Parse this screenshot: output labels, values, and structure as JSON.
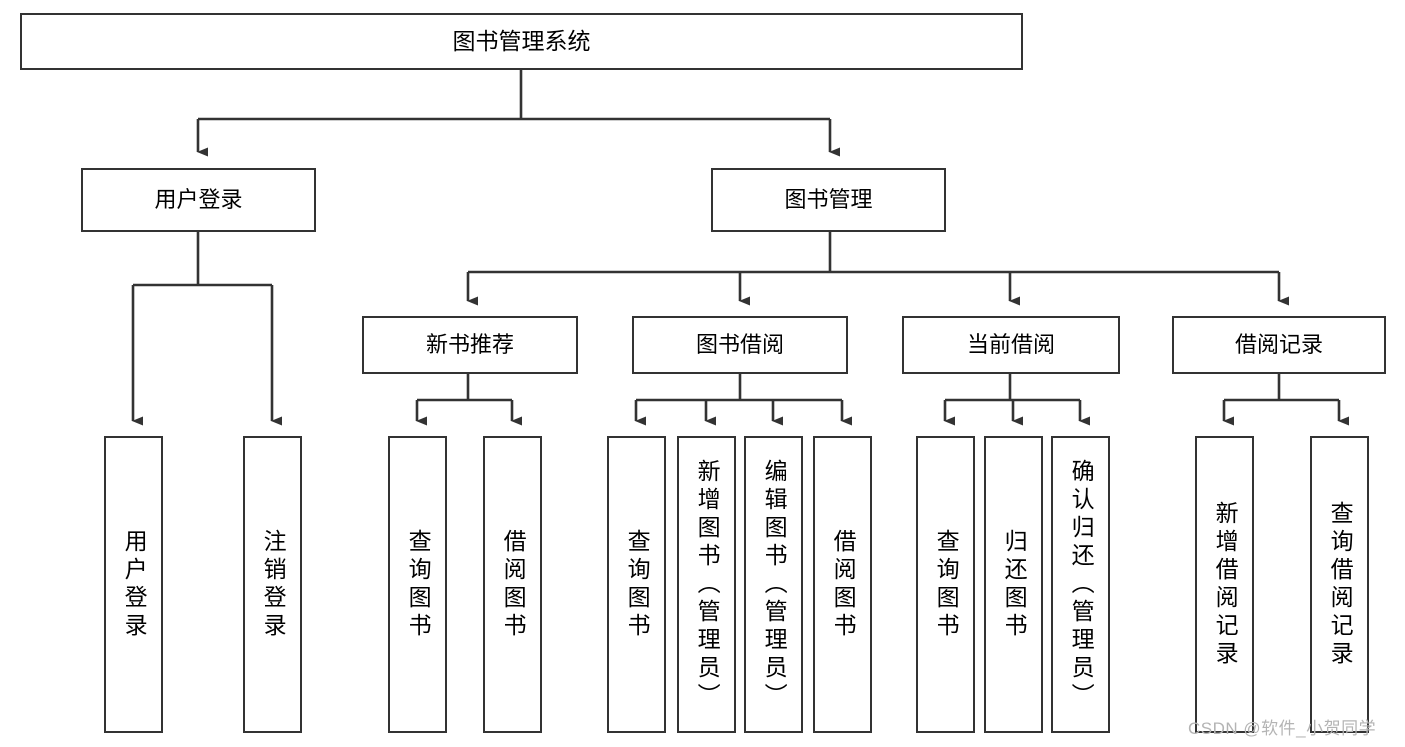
{
  "diagram": {
    "title": "图书管理系统",
    "type": "functional-structure-tree",
    "root": {
      "id": "root",
      "label": "图书管理系统"
    },
    "level2": [
      {
        "id": "user-login",
        "label": "用户登录"
      },
      {
        "id": "book-manage",
        "label": "图书管理"
      }
    ],
    "level3": [
      {
        "id": "new-book-recommend",
        "label": "新书推荐",
        "parent": "book-manage"
      },
      {
        "id": "book-borrow",
        "label": "图书借阅",
        "parent": "book-manage"
      },
      {
        "id": "current-borrow",
        "label": "当前借阅",
        "parent": "book-manage"
      },
      {
        "id": "borrow-record",
        "label": "借阅记录",
        "parent": "book-manage"
      }
    ],
    "leaves": {
      "user_login": [
        {
          "id": "leaf-user-login",
          "label": "用户登录"
        },
        {
          "id": "leaf-logout",
          "label": "注销登录"
        }
      ],
      "new_book_recommend": [
        {
          "id": "leaf-query-book-1",
          "label": "查询图书"
        },
        {
          "id": "leaf-borrow-book-1",
          "label": "借阅图书"
        }
      ],
      "book_borrow": [
        {
          "id": "leaf-query-book-2",
          "label": "查询图书"
        },
        {
          "id": "leaf-add-book",
          "label": "新增图书（管理员）"
        },
        {
          "id": "leaf-edit-book",
          "label": "编辑图书（管理员）"
        },
        {
          "id": "leaf-borrow-book-2",
          "label": "借阅图书"
        }
      ],
      "current_borrow": [
        {
          "id": "leaf-query-book-3",
          "label": "查询图书"
        },
        {
          "id": "leaf-return-book",
          "label": "归还图书"
        },
        {
          "id": "leaf-confirm-return",
          "label": "确认归还（管理员）"
        }
      ],
      "borrow_record": [
        {
          "id": "leaf-add-record",
          "label": "新增借阅记录"
        },
        {
          "id": "leaf-query-record",
          "label": "查询借阅记录"
        }
      ]
    },
    "colors": {
      "border": "#333333",
      "background": "#ffffff",
      "text": "#000000",
      "edge": "#333333",
      "watermark": "#b4b4b4"
    }
  },
  "watermark": {
    "text": "CSDN @软件_小贺同学"
  }
}
